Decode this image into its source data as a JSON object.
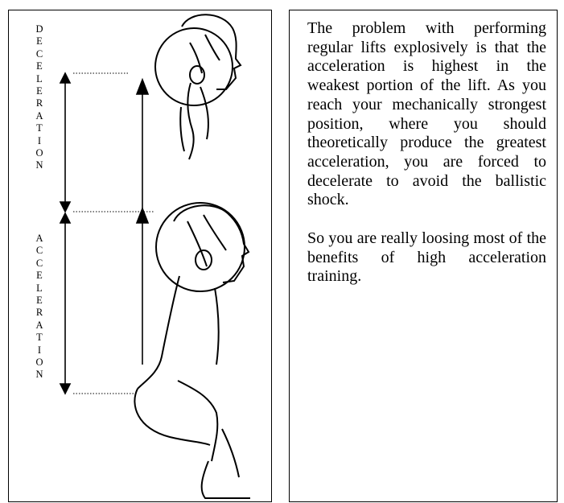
{
  "figure": {
    "label_top": "DECELERATION",
    "label_bottom": "ACCELERATION",
    "illustration": "squat-lifter-drawing"
  },
  "text": {
    "paragraph_1": "The problem with performing regular lifts explosively is that the acceleration is highest in the weakest portion of the lift. As you reach your mechanically strongest position, where you should theoretically produce the greatest acceleration, you are forced to decelerate to avoid the ballistic shock.",
    "paragraph_2": "So you are really loosing most of the benefits of high acceleration training."
  }
}
